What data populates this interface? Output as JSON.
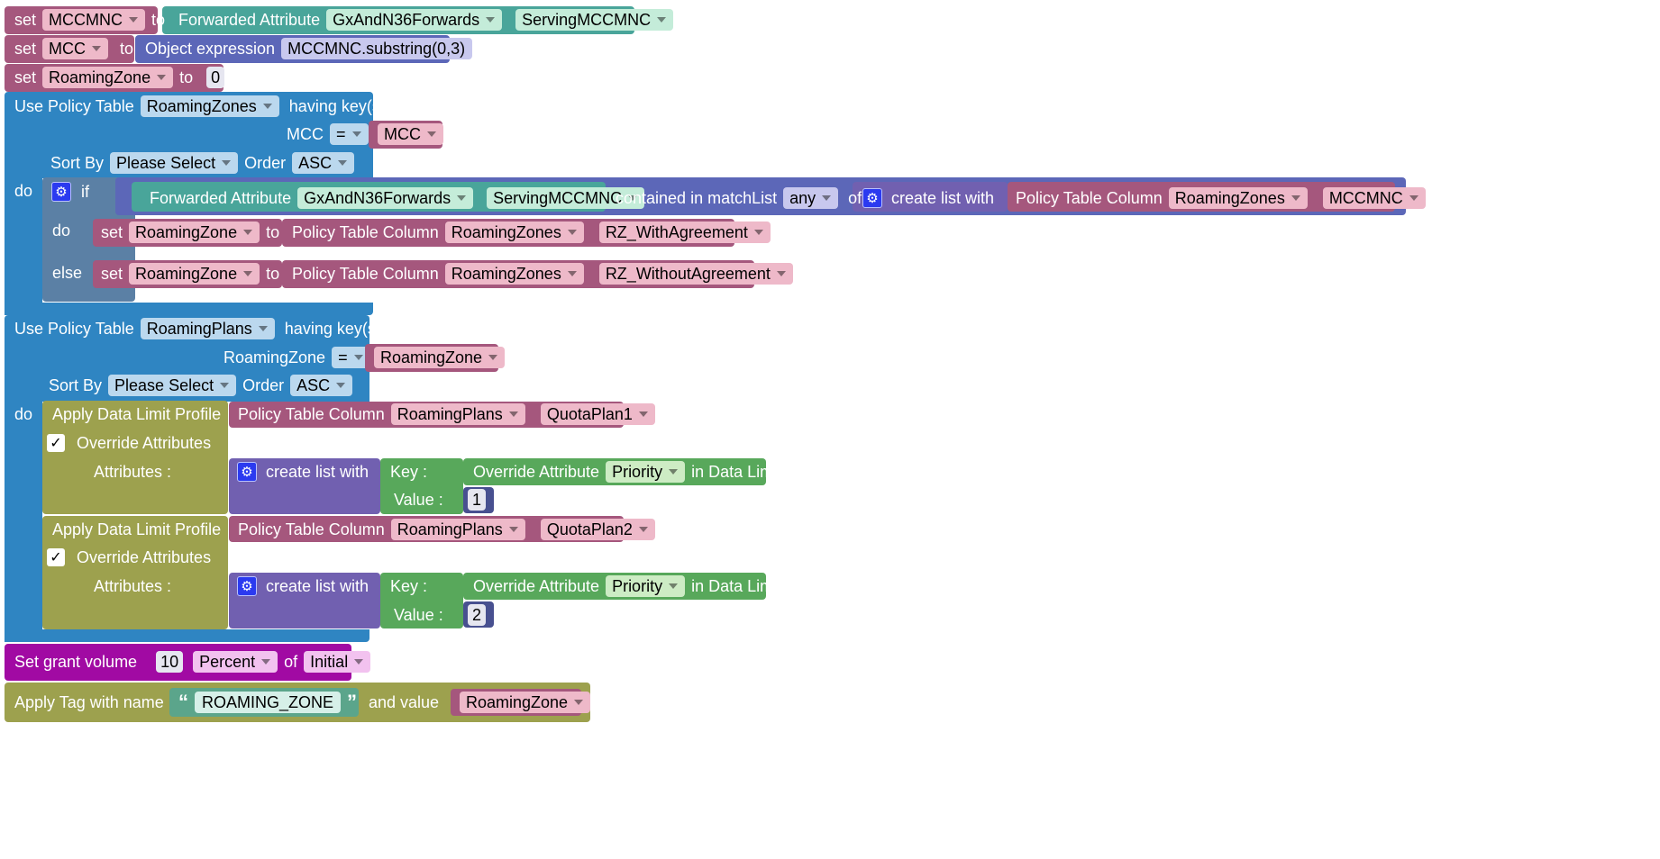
{
  "colors": {
    "variable": "#a5577d",
    "policy": "#2f85c2",
    "control": "#5b80a5",
    "teal": "#49a59a",
    "lavender": "#5c67b8",
    "list": "#7160b0",
    "olive": "#9da14e",
    "green": "#58a85b",
    "magenta": "#a10aa3",
    "text": "#5ba58b"
  },
  "blocks": {
    "set_mccmnc": {
      "set": "set",
      "var": "MCCMNC",
      "to": "to"
    },
    "fwd1": {
      "label": "Forwarded Attribute",
      "group": "GxAndN36Forwards",
      "attr": "ServingMCCMNC"
    },
    "set_mcc": {
      "set": "set",
      "var": "MCC",
      "to": "to"
    },
    "objexpr": {
      "label": "Object expression",
      "value": "MCCMNC.substring(0,3)"
    },
    "set_rz": {
      "set": "set",
      "var": "RoamingZone",
      "to": "to",
      "value": "0"
    },
    "policy1": {
      "label": "Use Policy Table",
      "table": "RoamingZones",
      "having": "having key(s)",
      "key": "MCC",
      "op": "=",
      "keyvar": "MCC",
      "sortby": "Sort By",
      "sortsel": "Please Select",
      "order": "Order",
      "ordersel": "ASC",
      "do": "do"
    },
    "ifblock": {
      "if": "if",
      "do": "do",
      "else": "else"
    },
    "fwd2": {
      "label": "Forwarded Attribute",
      "group": "GxAndN36Forwards",
      "attr": "ServingMCCMNC"
    },
    "contained": {
      "label": "contained in matchList",
      "mode": "any",
      "of": "of"
    },
    "list1": {
      "label": "create list with"
    },
    "ptc1": {
      "label": "Policy Table Column",
      "table": "RoamingZones",
      "col": "MCCMNC"
    },
    "set_do": {
      "set": "set",
      "var": "RoamingZone",
      "to": "to"
    },
    "ptc2": {
      "label": "Policy Table Column",
      "table": "RoamingZones",
      "col": "RZ_WithAgreement"
    },
    "set_else": {
      "set": "set",
      "var": "RoamingZone",
      "to": "to"
    },
    "ptc3": {
      "label": "Policy Table Column",
      "table": "RoamingZones",
      "col": "RZ_WithoutAgreement"
    },
    "policy2": {
      "label": "Use Policy Table",
      "table": "RoamingPlans",
      "having": "having key(s)",
      "key": "RoamingZone",
      "op": "=",
      "keyvar": "RoamingZone",
      "sortby": "Sort By",
      "sortsel": "Please Select",
      "order": "Order",
      "ordersel": "ASC",
      "do": "do"
    },
    "adl1": {
      "label": "Apply Data Limit Profile",
      "override": "Override Attributes",
      "check": "✓",
      "attrs": "Attributes :"
    },
    "ptc4": {
      "label": "Policy Table Column",
      "table": "RoamingPlans",
      "col": "QuotaPlan1"
    },
    "list2": {
      "label": "create list with"
    },
    "kv1": {
      "key": "Key :",
      "value": "Value :",
      "num": "1"
    },
    "oa1": {
      "label": "Override Attribute",
      "attr": "Priority",
      "suffix": "in Data Limit"
    },
    "adl2": {
      "label": "Apply Data Limit Profile",
      "override": "Override Attributes",
      "check": "✓",
      "attrs": "Attributes :"
    },
    "ptc5": {
      "label": "Policy Table Column",
      "table": "RoamingPlans",
      "col": "QuotaPlan2"
    },
    "list3": {
      "label": "create list with"
    },
    "kv2": {
      "key": "Key :",
      "value": "Value :",
      "num": "2"
    },
    "oa2": {
      "label": "Override Attribute",
      "attr": "Priority",
      "suffix": "in Data Limit"
    },
    "grant": {
      "label": "Set grant volume",
      "value": "10",
      "unit": "Percent",
      "of": "of",
      "base": "Initial"
    },
    "tag": {
      "label": "Apply Tag with name",
      "name": "ROAMING_ZONE",
      "oq": "“",
      "cq": "”",
      "andvalue": "and value",
      "var": "RoamingZone"
    }
  }
}
